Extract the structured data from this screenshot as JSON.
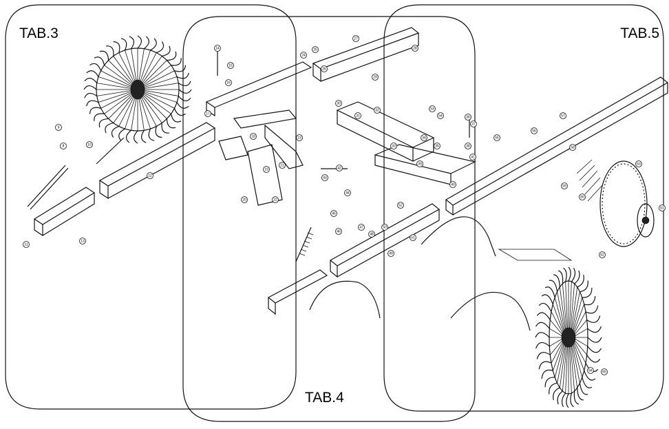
{
  "tabs": [
    {
      "id": "tab3",
      "label": "TAB.3"
    },
    {
      "id": "tab4",
      "label": "TAB.4"
    },
    {
      "id": "tab5",
      "label": "TAB.5"
    }
  ],
  "callouts": [
    "9",
    "8",
    "10",
    "11",
    "12",
    "13",
    "14",
    "15",
    "16",
    "17",
    "18",
    "19",
    "20",
    "21",
    "22",
    "23",
    "24",
    "25",
    "26",
    "27",
    "28",
    "29",
    "30",
    "31",
    "32",
    "33",
    "34",
    "35",
    "36",
    "37",
    "38",
    "39",
    "40",
    "41",
    "42",
    "43",
    "44",
    "45",
    "46",
    "47",
    "48",
    "49",
    "50",
    "51",
    "52",
    "53",
    "54",
    "55",
    "56",
    "57",
    "58",
    "59",
    "60",
    "61",
    "62",
    "63",
    "64",
    "65"
  ],
  "colors": {
    "ink": "#111111",
    "paper": "#ffffff"
  }
}
